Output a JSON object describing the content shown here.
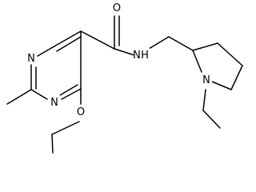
{
  "structure": {
    "atoms": [
      {
        "id": "n_top",
        "label": "N"
      },
      {
        "id": "n_mid",
        "label": "N"
      },
      {
        "id": "o_carbonyl",
        "label": "O"
      },
      {
        "id": "nh_amide",
        "label": "N"
      },
      {
        "id": "nh_amide_h",
        "label": "H"
      },
      {
        "id": "o_ether",
        "label": "O"
      },
      {
        "id": "n_ring",
        "label": "N"
      }
    ],
    "colors": {
      "ink": "#000000",
      "background": "#ffffff"
    }
  }
}
